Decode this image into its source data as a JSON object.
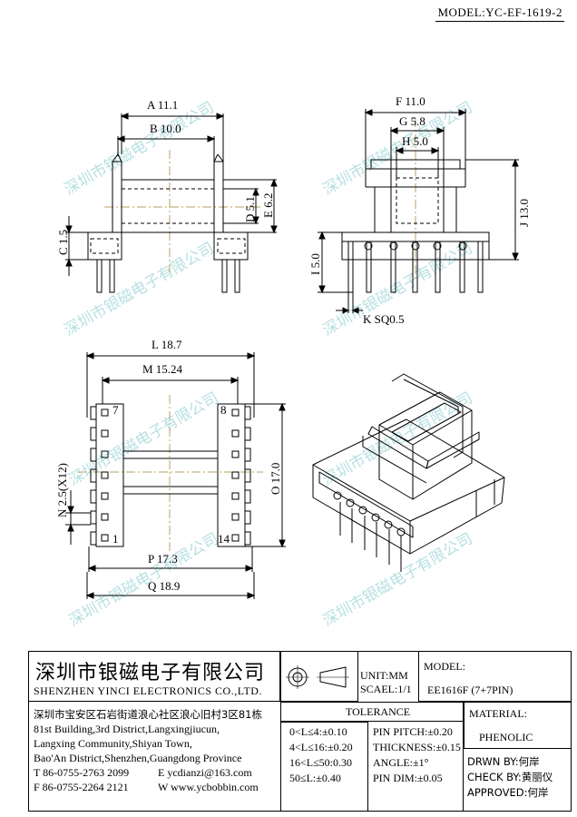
{
  "header": {
    "model_label": "MODEL:YC-EF-1619-2"
  },
  "dimensions": {
    "A": "A 11.1",
    "B": "B 10.0",
    "C": "C 1.5",
    "D": "D 5.1",
    "E": "E 6.2",
    "F": "F 11.0",
    "G": "G 5.8",
    "H": "H 5.0",
    "I": "I 5.0",
    "J": "J 13.0",
    "K": "K SQ0.5",
    "L": "L 18.7",
    "M": "M 15.24",
    "N": "N 2.5(X12)",
    "O": "O 17.0",
    "P": "P 17.3",
    "Q": "Q 18.9"
  },
  "pin_labels": {
    "p7": "7",
    "p8": "8",
    "p1": "1",
    "p14": "14"
  },
  "watermark": "深圳市银磁电子有限公司",
  "title_block": {
    "company_cn": "深圳市银磁电子有限公司",
    "company_en": "SHENZHEN YINCI ELECTRONICS CO.,LTD.",
    "address_cn": "深圳市宝安区石岩街道浪心社区浪心旧村3区81栋",
    "address_en_1": "81st Building,3rd District,Langxingjiucun,",
    "address_en_2": "Langxing Community,Shiyan Town,",
    "address_en_3": "Bao'An District,Shenzhen,Guangdong Province",
    "tel": "T 86-0755-2763 2099",
    "email": "E ycdianzi@163.com",
    "fax": "F 86-0755-2264 2121",
    "web": "W www.ycbobbin.com",
    "unit": "UNIT:MM",
    "scale": "SCAEL:1/1",
    "model_label": "MODEL:",
    "model_value": "EE1616F (7+7PIN)",
    "material_label": "MATERIAL:",
    "material_value": "PHENOLIC",
    "tolerance_title": "TOLERANCE",
    "tol_1": "0<L≤4:±0.10",
    "tol_2": "4<L≤16:±0.20",
    "tol_3": "16<L≤50:0.30",
    "tol_4": "50≤L:±0.40",
    "pin_pitch": "PIN PITCH:±0.20",
    "thickness": "THICKNESS:±0.15",
    "angle": "ANGLE:±1°",
    "pin_dim": "PIN DIM:±0.05",
    "drawn_by": "DRWN BY:何岸",
    "check_by": "CHECK BY:黄丽仪",
    "approved": "APPROVED:何岸"
  }
}
